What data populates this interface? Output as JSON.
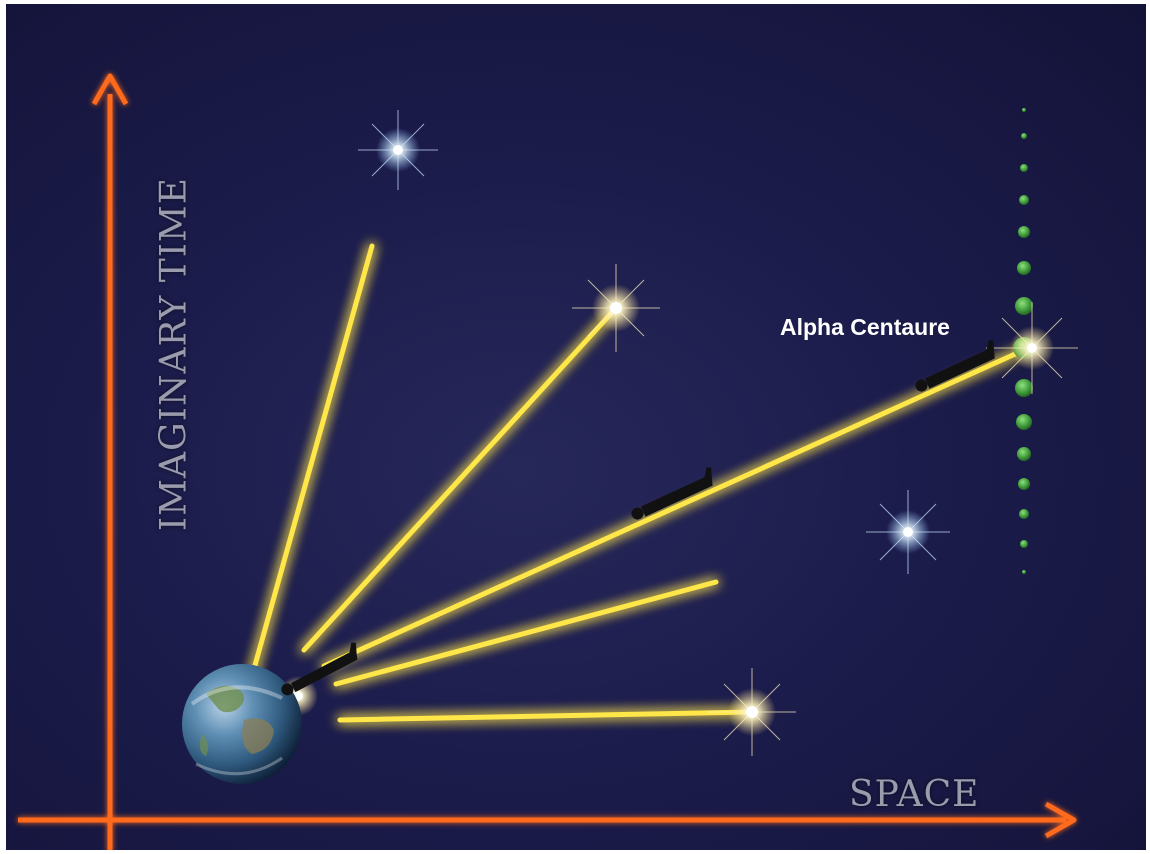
{
  "axes": {
    "vertical_label": "IMAGINARY TIME",
    "horizontal_label": "SPACE",
    "color": "#ff6a1a"
  },
  "destination": {
    "label": "Alpha Centaure",
    "planet_color": "#3f9a3a"
  },
  "beam_color": "#ffe64a",
  "star_color": "#ffffff",
  "background_color": "#1c1c4c",
  "icons": {
    "origin": "earth-globe",
    "travelers": "floating-human-silhouette"
  }
}
